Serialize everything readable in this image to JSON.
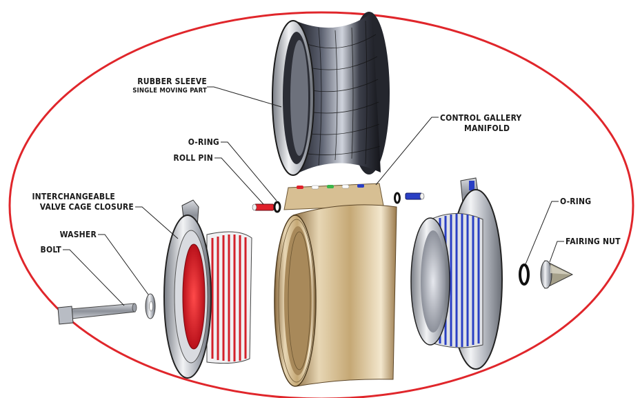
{
  "labels": {
    "rubber_sleeve": "RUBBER SLEEVE",
    "single_moving_part": "SINGLE MOVING PART",
    "control_gallery": "CONTROL GALLERY",
    "manifold": "MANIFOLD",
    "o_ring_left": "O-RING",
    "roll_pin": "ROLL PIN",
    "interchangeable": "INTERCHANGEABLE",
    "valve_cage_closure": "VALVE CAGE CLOSURE",
    "washer": "WASHER",
    "bolt": "BOLT",
    "o_ring_right": "O-RING",
    "fairing_nut": "FAIRING NUT"
  },
  "colors": {
    "border_ellipse": "#e0262b",
    "left_cage_accent": "#e0202a",
    "right_cage_accent": "#2a3fc4",
    "sleeve": "#2e3038",
    "body_brass": "#c9ad7e",
    "steel": "#b8bcc4"
  }
}
